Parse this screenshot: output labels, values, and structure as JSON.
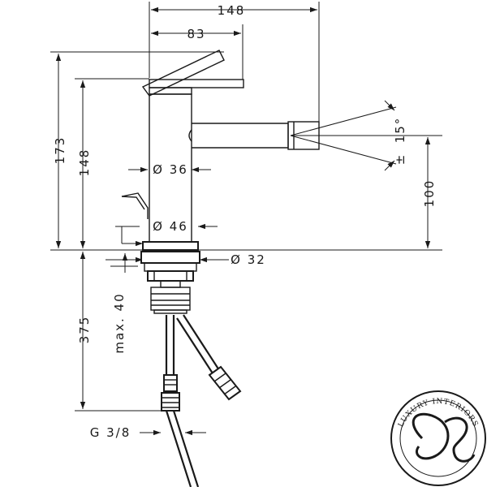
{
  "dimensions": {
    "width_total": "148",
    "width_spout_offset": "83",
    "height_total": "173",
    "height_body": "148",
    "diameter_body": "Ø 36",
    "diameter_base": "Ø 46",
    "diameter_thread": "Ø 32",
    "height_outlet": "100",
    "angle": "15°",
    "tolerance": "±",
    "length_connection": "375",
    "max_thickness": "max. 40",
    "thread_size": "G 3/8"
  },
  "logo": {
    "text": "LUXURY INTERIORS"
  }
}
